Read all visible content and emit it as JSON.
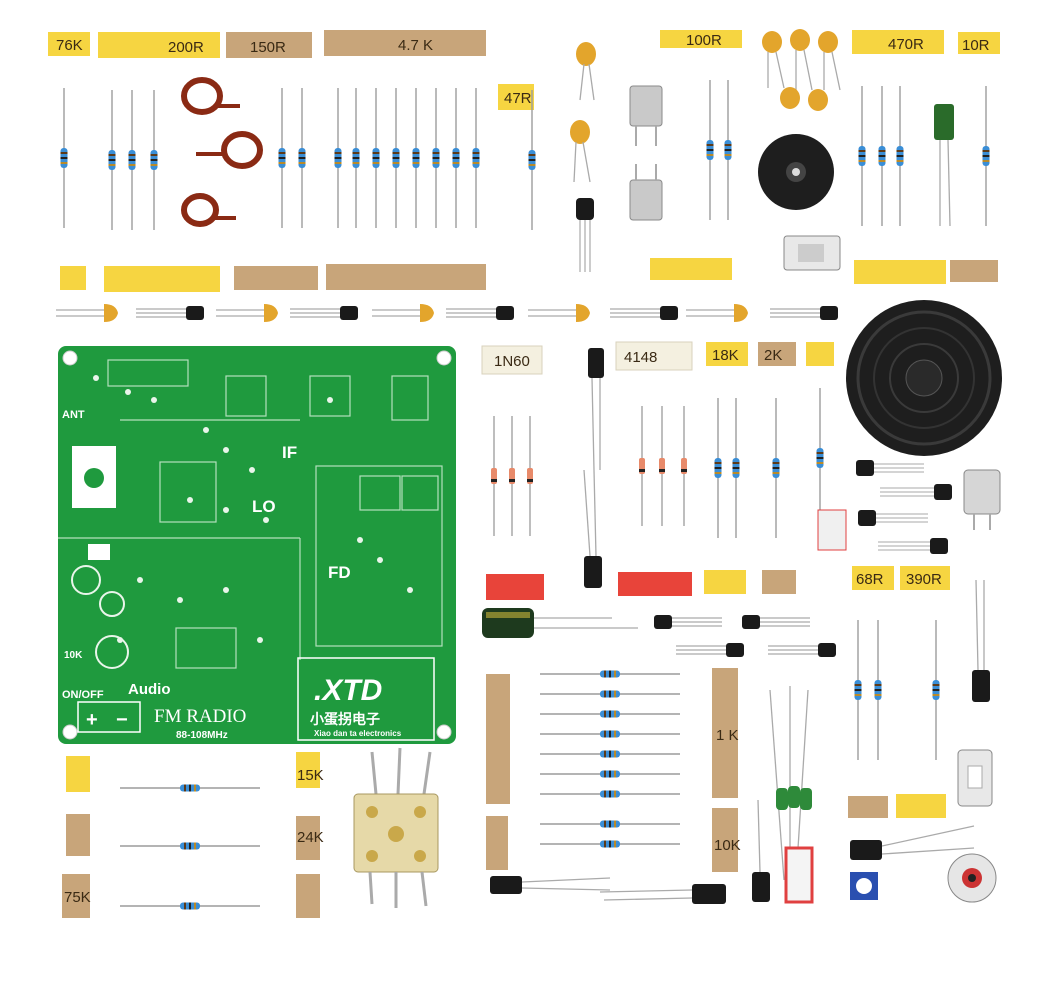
{
  "tape_labels": {
    "r76k": "76K",
    "r200r": "200R",
    "r150r": "150R",
    "r47k": "4.7 K",
    "r47r": "47R",
    "r100r": "100R",
    "r470r": "470R",
    "r10r": "10R",
    "d1n60": "1N60",
    "d4148": "4148",
    "r18k": "18K",
    "r2k": "2K",
    "r68r": "68R",
    "r390r": "390R",
    "r15k": "15K",
    "r24k": "24K",
    "r75k": "75K",
    "r1k": "1 K",
    "r10k": "10K"
  },
  "pcb": {
    "ant": "ANT",
    "if_label": "IF",
    "lo_label": "LO",
    "fd_label": "FD",
    "audio": "Audio",
    "fm_radio": "FM RADIO",
    "freq_range": "88-108MHz",
    "on_off": "ON/OFF",
    "plus": "+",
    "minus": "−",
    "vol_10k": "10K",
    "logo": ".XTD",
    "brand_cn": "小蛋拐电子",
    "brand_en": "Xiao dan ta electronics"
  },
  "colors": {
    "pcb_green": "#1f9a3e",
    "tape_yellow": "#f6d541",
    "tape_brown": "#c8a57a",
    "copper_coil": "#8a2a14"
  }
}
